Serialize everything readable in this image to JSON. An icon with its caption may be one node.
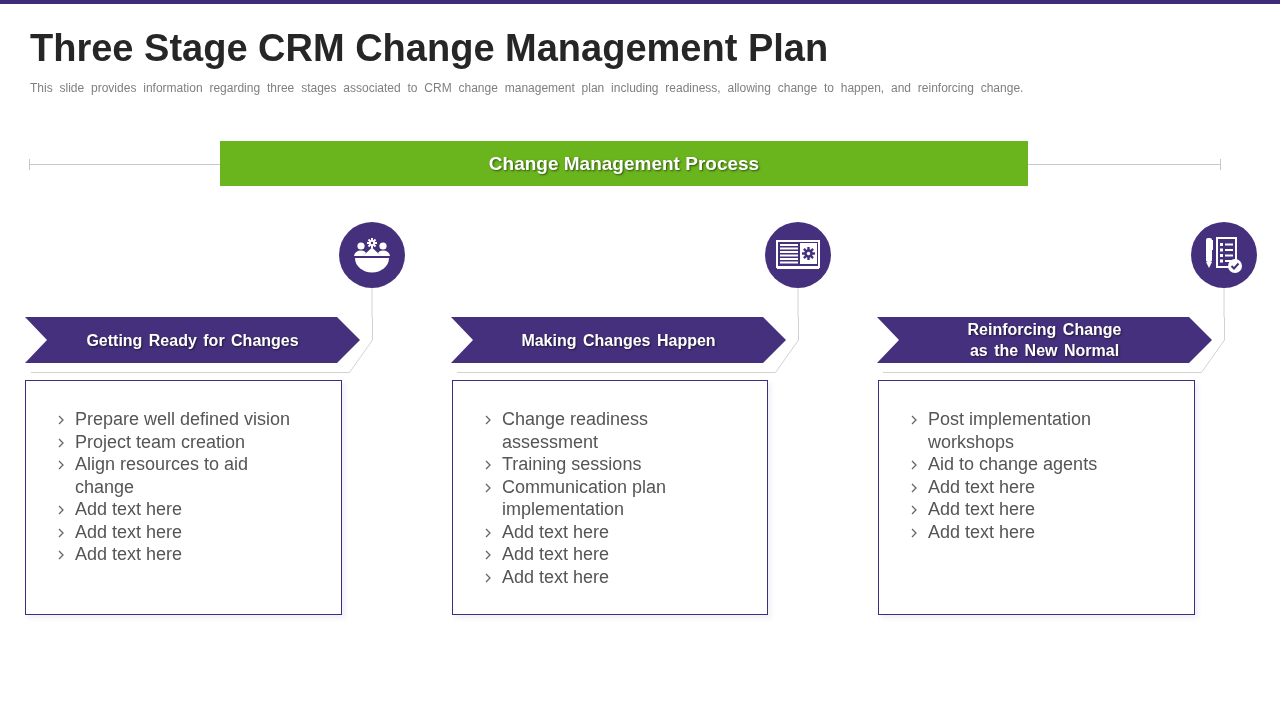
{
  "diagram": {
    "title": "Three Stage CRM Change Management Plan",
    "nodes": [
      {
        "text": [
          "Change Management Process"
        ]
      },
      {
        "text": [],
        "shape": "circle"
      },
      {
        "text": [
          "Getting Ready for Changes"
        ]
      },
      {
        "text": [
          "Prepare well defined vision",
          "Project team creation",
          "Align resources to aid change",
          "Add text here",
          "Add text here",
          "Add text here"
        ]
      },
      {
        "text": [],
        "shape": "circle"
      },
      {
        "text": [
          "Making Changes Happen"
        ]
      },
      {
        "text": [
          "Change readiness assessment",
          "Training sessions",
          "Communication plan implementation",
          "Add text here",
          "Add text here",
          "Add text here"
        ]
      },
      {
        "text": [],
        "shape": "circle"
      },
      {
        "text": [
          "Reinforcing Change as the New Normal"
        ]
      },
      {
        "text": [
          "Post implementation workshops",
          "Aid to change agents",
          "Add text here",
          "Add text here",
          "Add text here"
        ]
      }
    ],
    "edges": [
      {
        "from": 1,
        "to": 2,
        "arrow": "none"
      },
      {
        "from": 4,
        "to": 5,
        "arrow": "none"
      },
      {
        "from": 7,
        "to": 8,
        "arrow": "none"
      }
    ],
    "labels": [
      "This slide provides information regarding three stages associated to CRM change management plan including readiness, allowing change to happen, and reinforcing change."
    ]
  }
}
